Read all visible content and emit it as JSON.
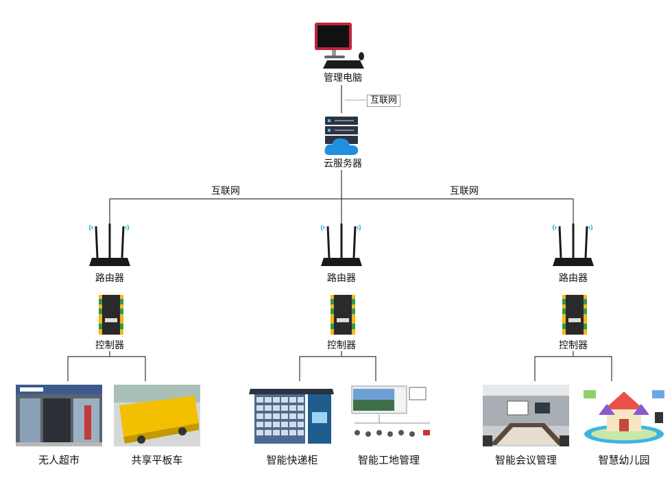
{
  "top": {
    "pc_label": "管理电脑",
    "internet_tag": "互联网",
    "cloud_label": "云服务器"
  },
  "trunk": {
    "left_label": "互联网",
    "right_label": "互联网"
  },
  "branches": [
    {
      "router": "路由器",
      "controller": "控制器",
      "apps": [
        "无人超市",
        "共享平板车"
      ]
    },
    {
      "router": "路由器",
      "controller": "控制器",
      "apps": [
        "智能快递柜",
        "智能工地管理"
      ]
    },
    {
      "router": "路由器",
      "controller": "控制器",
      "apps": [
        "智能会议管理",
        "智慧幼儿园"
      ]
    }
  ],
  "colors": {
    "line": "#333333",
    "pc_frame": "#c0243c",
    "cloud": "#1f8fe0",
    "router": "#1a1a1a",
    "controller": "#f2b817",
    "kindergarten_roof": "#e8524a"
  },
  "icons": {
    "pc": "desktop-computer-icon",
    "cloud": "cloud-server-icon",
    "router": "wifi-router-icon",
    "controller": "controller-box-icon"
  }
}
